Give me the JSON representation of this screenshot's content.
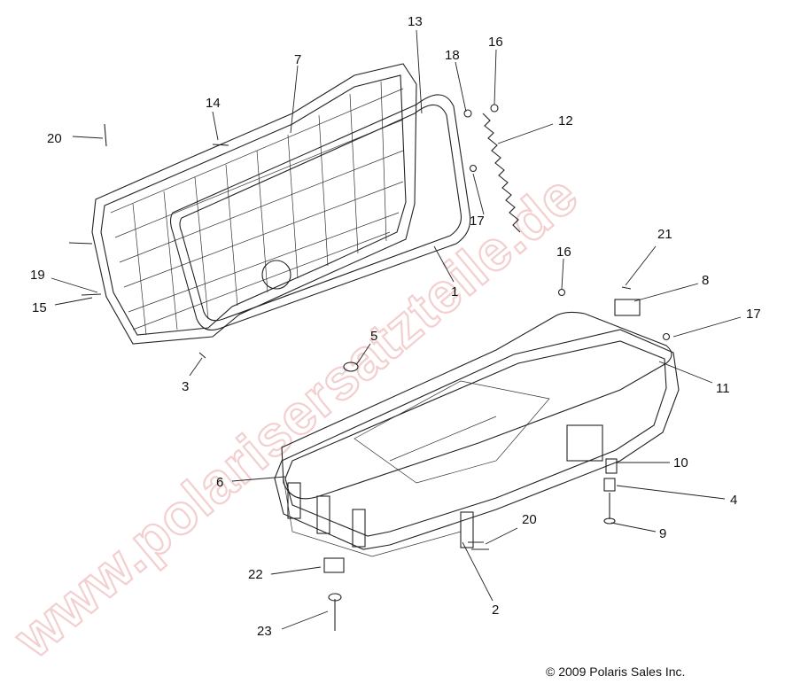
{
  "watermark": "www.polarisersatzteile.de",
  "copyright": "© 2009 Polaris Sales Inc.",
  "callouts": {
    "c1": "1",
    "c2": "2",
    "c3": "3",
    "c4": "4",
    "c5": "5",
    "c6": "6",
    "c7": "7",
    "c8": "8",
    "c9": "9",
    "c10": "10",
    "c11": "11",
    "c12": "12",
    "c13": "13",
    "c14": "14",
    "c15": "15",
    "c16a": "16",
    "c16b": "16",
    "c17a": "17",
    "c17b": "17",
    "c18": "18",
    "c19": "19",
    "c20a": "20",
    "c20b": "20",
    "c21": "21",
    "c22": "22",
    "c23": "23"
  }
}
